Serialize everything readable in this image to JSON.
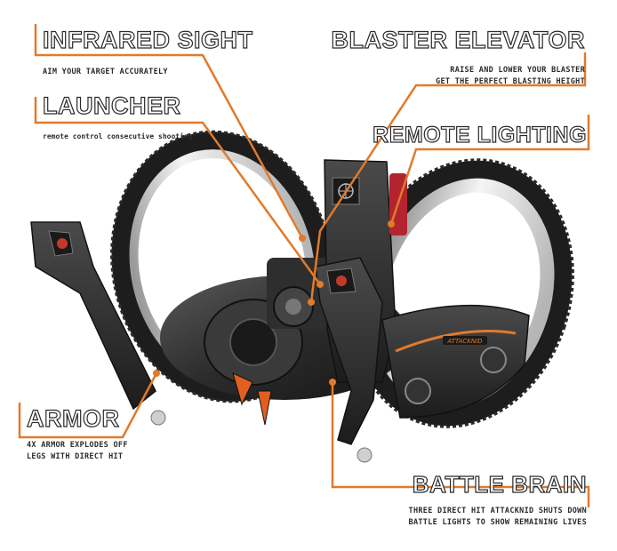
{
  "callouts": {
    "infrared_sight": {
      "title": "INFRARED SIGHT",
      "subtitle": "AIM YOUR TARGET ACCURATELY"
    },
    "launcher": {
      "title": "LAUNCHER",
      "subtitle": "remote control consecutive shooting"
    },
    "blaster_elevator": {
      "title": "BLASTER ELEVATOR",
      "subtitle_line1": "RAISE AND LOWER YOUR BLASTER",
      "subtitle_line2": "GET THE PERFECT BLASTING HEIGHT"
    },
    "remote_lighting": {
      "title": "REMOTE LIGHTING"
    },
    "armor": {
      "title": "ARMOR",
      "subtitle_line1": "4X ARMOR EXPLODES OFF",
      "subtitle_line2": "LEGS WITH DIRECT HIT"
    },
    "battle_brain": {
      "title": "BATTLE BRAIN",
      "subtitle_line1": "THREE DIRECT HIT ATTACKNID SHUTS DOWN",
      "subtitle_line2": "BATTLE LIGHTS TO SHOW REMAINING LIVES"
    }
  },
  "product": {
    "logo_text": "ATTACKNID"
  },
  "colors": {
    "accent": "#e07a2c",
    "text": "#1e1e1e",
    "body": "#2a2a2a",
    "wheel_rim": "#d8d8d8"
  }
}
